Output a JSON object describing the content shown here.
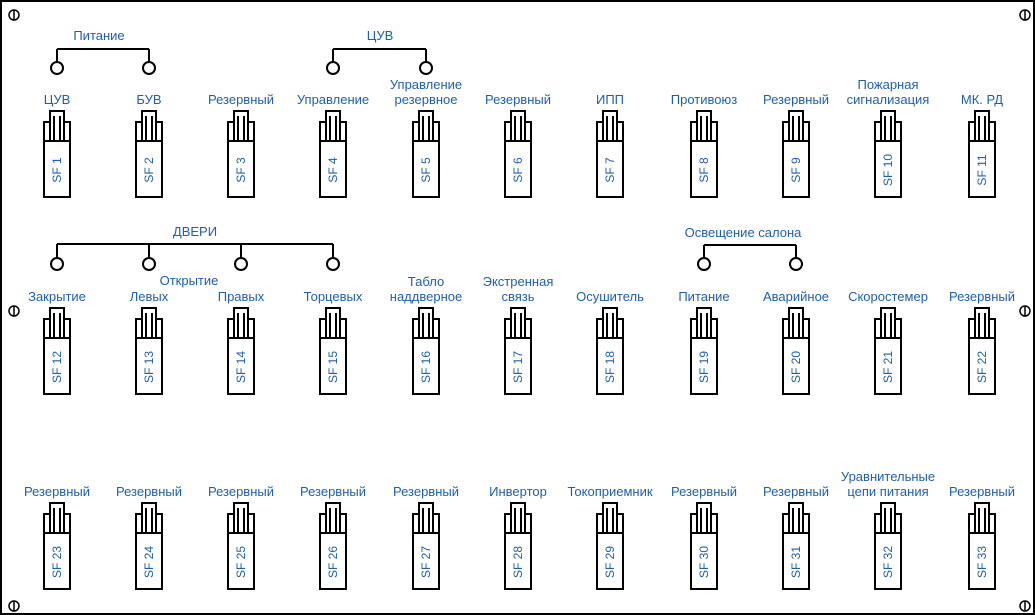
{
  "colors": {
    "text": "#1f5fa8",
    "outline": "#000000",
    "background": "#ffffff"
  },
  "groups": [
    {
      "id": "pitanie",
      "title": "Питание"
    },
    {
      "id": "tsuv",
      "title": "ЦУВ"
    },
    {
      "id": "dveri",
      "title": "ДВЕРИ"
    },
    {
      "id": "otkrytie",
      "title": "Открытие"
    },
    {
      "id": "osveshchenie",
      "title": "Освещение салона"
    }
  ],
  "rows": [
    [
      {
        "code": "SF 1",
        "label": "ЦУВ"
      },
      {
        "code": "SF 2",
        "label": "БУВ"
      },
      {
        "code": "SF 3",
        "label": "Резервный"
      },
      {
        "code": "SF 4",
        "label": "Управление"
      },
      {
        "code": "SF 5",
        "label": "Управление\nрезервное"
      },
      {
        "code": "SF 6",
        "label": "Резервный"
      },
      {
        "code": "SF 7",
        "label": "ИПП"
      },
      {
        "code": "SF 8",
        "label": "Противоюз"
      },
      {
        "code": "SF 9",
        "label": "Резервный"
      },
      {
        "code": "SF 10",
        "label": "Пожарная\nсигнализация"
      },
      {
        "code": "SF 11",
        "label": "МК. РД"
      }
    ],
    [
      {
        "code": "SF 12",
        "label": "Закрытие"
      },
      {
        "code": "SF 13",
        "label": "Левых"
      },
      {
        "code": "SF 14",
        "label": "Правых"
      },
      {
        "code": "SF 15",
        "label": "Торцевых"
      },
      {
        "code": "SF 16",
        "label": "Табло\nнаддверное"
      },
      {
        "code": "SF 17",
        "label": "Экстренная\nсвязь"
      },
      {
        "code": "SF 18",
        "label": "Осушитель"
      },
      {
        "code": "SF 19",
        "label": "Питание"
      },
      {
        "code": "SF 20",
        "label": "Аварийное"
      },
      {
        "code": "SF 21",
        "label": "Скоростемер"
      },
      {
        "code": "SF 22",
        "label": "Резервный"
      }
    ],
    [
      {
        "code": "SF 23",
        "label": "Резервный"
      },
      {
        "code": "SF 24",
        "label": "Резервный"
      },
      {
        "code": "SF 25",
        "label": "Резервный"
      },
      {
        "code": "SF 26",
        "label": "Резервный"
      },
      {
        "code": "SF 27",
        "label": "Резервный"
      },
      {
        "code": "SF 28",
        "label": "Инвертор"
      },
      {
        "code": "SF 29",
        "label": "Токоприемник"
      },
      {
        "code": "SF 30",
        "label": "Резервный"
      },
      {
        "code": "SF 31",
        "label": "Резервный"
      },
      {
        "code": "SF 32",
        "label": "Уравнительные\nцепи питания"
      },
      {
        "code": "SF 33",
        "label": "Резервный"
      }
    ]
  ]
}
